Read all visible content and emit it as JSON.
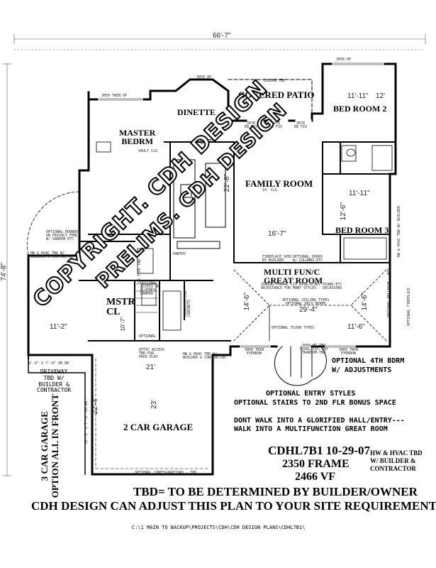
{
  "plan": {
    "overall_width": "66'-7\"",
    "overall_depth": "74'-8\"",
    "rooms": {
      "covered_patio": "COVERED PATIO",
      "dinette": "DINETTE",
      "master": "MASTER\nBEDRM",
      "family": "FAMILY ROOM",
      "bed2": "BED ROOM 2",
      "bed3": "BED ROOM 3",
      "multi": "MULTI FUN/C\nGREAT ROOM",
      "mstr_cl": "MSTR\nCL",
      "garage": "2 CAR GARAGE"
    },
    "dims": {
      "bed2_w": "11'-11\"",
      "bed2_d": "12'",
      "dinette": "9'-7\"",
      "family_d": "22'-8\"",
      "family_w": "16'-7\"",
      "bed3_w": "11'-11\"",
      "bed3_d": "12'-6\"",
      "great_w": "29'-4\"",
      "great_l": "14'-6\"",
      "great_r": "14'-6\"",
      "bed4_w": "11'-6\"",
      "master_w": "11'-2\"",
      "mstrcl_d": "10'-7\"",
      "garage_w": "21'",
      "garage_d1": "22'-4\"",
      "garage_d2": "23'"
    },
    "small_notes": {
      "win_3050_op_top": "3050 OP",
      "win_3050_op_patio": "3050 OP",
      "win_3050_twin_op": "3050 TWIN OP",
      "column_tbd": "COLUMN TBD",
      "eb_fix_1": "3070\nEB FIX",
      "eb_fix_2": "3070\nEB FIX",
      "eb_fix_3": "3070\nEB FIX",
      "vault": "VAULT CLG",
      "ten_clg": "10' CLG",
      "pantry": "PANTRY",
      "fireplace": "FIREPLACE SPEC\nBY BUILDER",
      "optional_doors": "OPTIONAL DOORS\nW/ COLUMNS-ETC",
      "great_note": "ZONING-FORMAL LIV-DESK/STUDY-PIANO-ETC\nADJUSTABLE FOR MANY STYLES - DECASIONS",
      "ceiling": "OPTIONAL CEILING TYPES\nOPTIONAL DECO BEAMS",
      "floor": "OPTIONAL FLOOR TYPES",
      "twin_eyebrow_1": "3060 TWIN\nEYEBROW",
      "twin_eyebrow_2": "3060 TWIN\nEYEBROW",
      "sidelites": "3068 HT TBD\nSIDELITES TBD\nTRANSOM-TBD",
      "hvac_left": "HW & HVAC TBD W/\nBUILDER & CONTRACTOR",
      "hvac_mid": "HW & HVAC TBD W/\nBUILDER & CONTRACTOR",
      "hvac_right": "HW & HVAC TBD W/ BUILDER",
      "opt_fireplace": "OPTIONAL FIREPLACE",
      "opt_bellevue": "OPTIONAL BELLEVUE - WAY",
      "opt_rounded": "OPTIONAL ROUNDED\nOR PRIVACY FENCE\nW/ GARDEN ETC",
      "attic": "ATTIC ACCESS\nTBD-FOR\nPROV ELEC",
      "dr_type": "DR TYPE TBD",
      "opt_access": "OPTIONAL\nACCESS OR\nCLOTHES\nHAMPER",
      "optional": "OPTIONAL",
      "opt_configs": "OPTIONAL CONFIGURATIONS - TBD",
      "garage_door_1": "9'-0\" X 7'-0\" OH DR",
      "garage_door_2": "16'-0\" X 7'-0\" OH DR",
      "organization": "ORGANIZATION\nCABINETS"
    },
    "notes": {
      "driveway": "DRIVEWAY\nTBD W/\nBUILDER &\nCONTRACTOR",
      "three_car": "3 CAR GARAGE\nOPTION ALL IN FRONT",
      "bdrm4": "OPTIONAL 4TH BDRM\nW/ ADJUSTMENTS",
      "entry_styles": "OPTIONAL ENTRY STYLES",
      "stairs": "OPTIONAL STAIRS TO 2ND FLR BONUS SPACE",
      "hall": "DONT WALK INTO A GLORIFIED HALL/ENTRY---\nWALK INTO A MULTIFUNCTION GREAT ROOM",
      "plan_id": "CDHL7B1 10-29-07",
      "frame": "2350 FRAME",
      "vf": "2466 VF",
      "hvac_tbd": "HW & HVAC TBD\nW/ BUILDER &\nCONTRACTOR",
      "tbd": "TBD= TO BE DETERMINED BY BUILDER/OWNER",
      "adjust": "CDH DESIGN CAN ADJUST THIS PLAN TO YOUR SITE REQUIREMENTS",
      "path": "C:\\1 MAIN TO BACKUP\\PROJECTS\\CDH\\CDH DESIGN PLANS\\CDHL7B1\\"
    },
    "watermark": {
      "line1": "COPYRIGHT. CDH DESIGN",
      "line2": "PRELIMS. CDH DESIGN"
    }
  }
}
